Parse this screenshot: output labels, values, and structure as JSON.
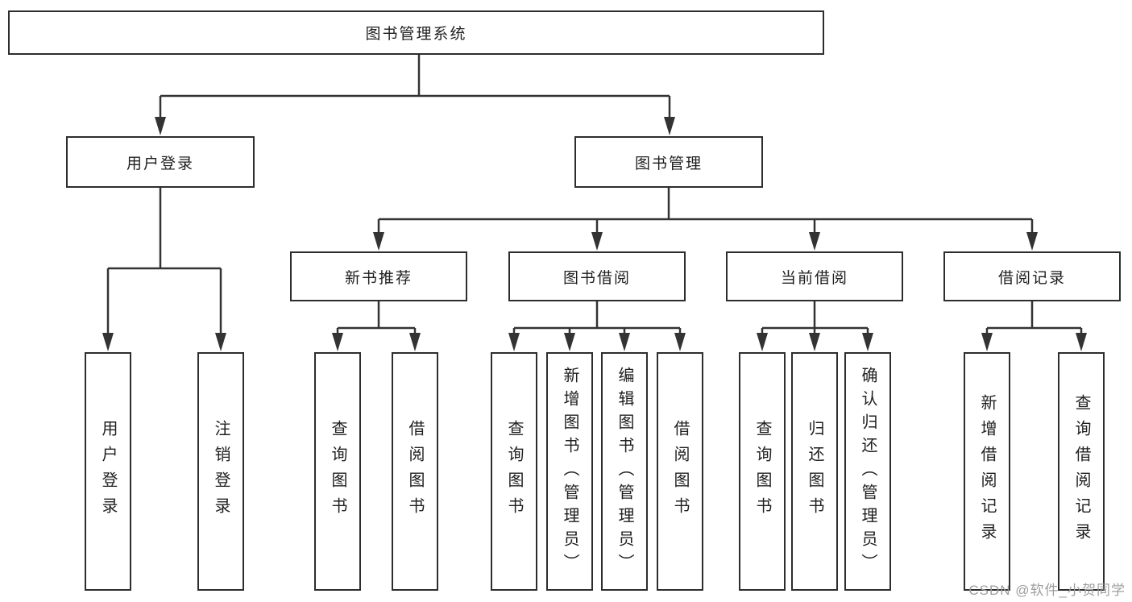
{
  "diagram": {
    "title": "图书管理系统",
    "level2": {
      "login": {
        "label": "用户登录"
      },
      "management": {
        "label": "图书管理"
      }
    },
    "level3": {
      "recommend": {
        "label": "新书推荐"
      },
      "borrow": {
        "label": "图书借阅"
      },
      "current": {
        "label": "当前借阅"
      },
      "records": {
        "label": "借阅记录"
      }
    },
    "leaves": {
      "login": [
        "用户登录",
        "注销登录"
      ],
      "recommend": [
        "查询图书",
        "借阅图书"
      ],
      "borrow": [
        "查询图书",
        "新增图书（管理员）",
        "编辑图书（管理员）",
        "借阅图书"
      ],
      "current": [
        "查询图书",
        "归还图书",
        "确认归还（管理员）"
      ],
      "records": [
        "新增借阅记录",
        "查询借阅记录"
      ]
    },
    "colors": {
      "line": "#333333",
      "box_border": "#2d2d2d",
      "text": "#1f1f1f",
      "background": "#ffffff",
      "watermark": "#9e9e9e"
    }
  },
  "watermark": {
    "text": "CSDN @软件_小贺同学"
  }
}
